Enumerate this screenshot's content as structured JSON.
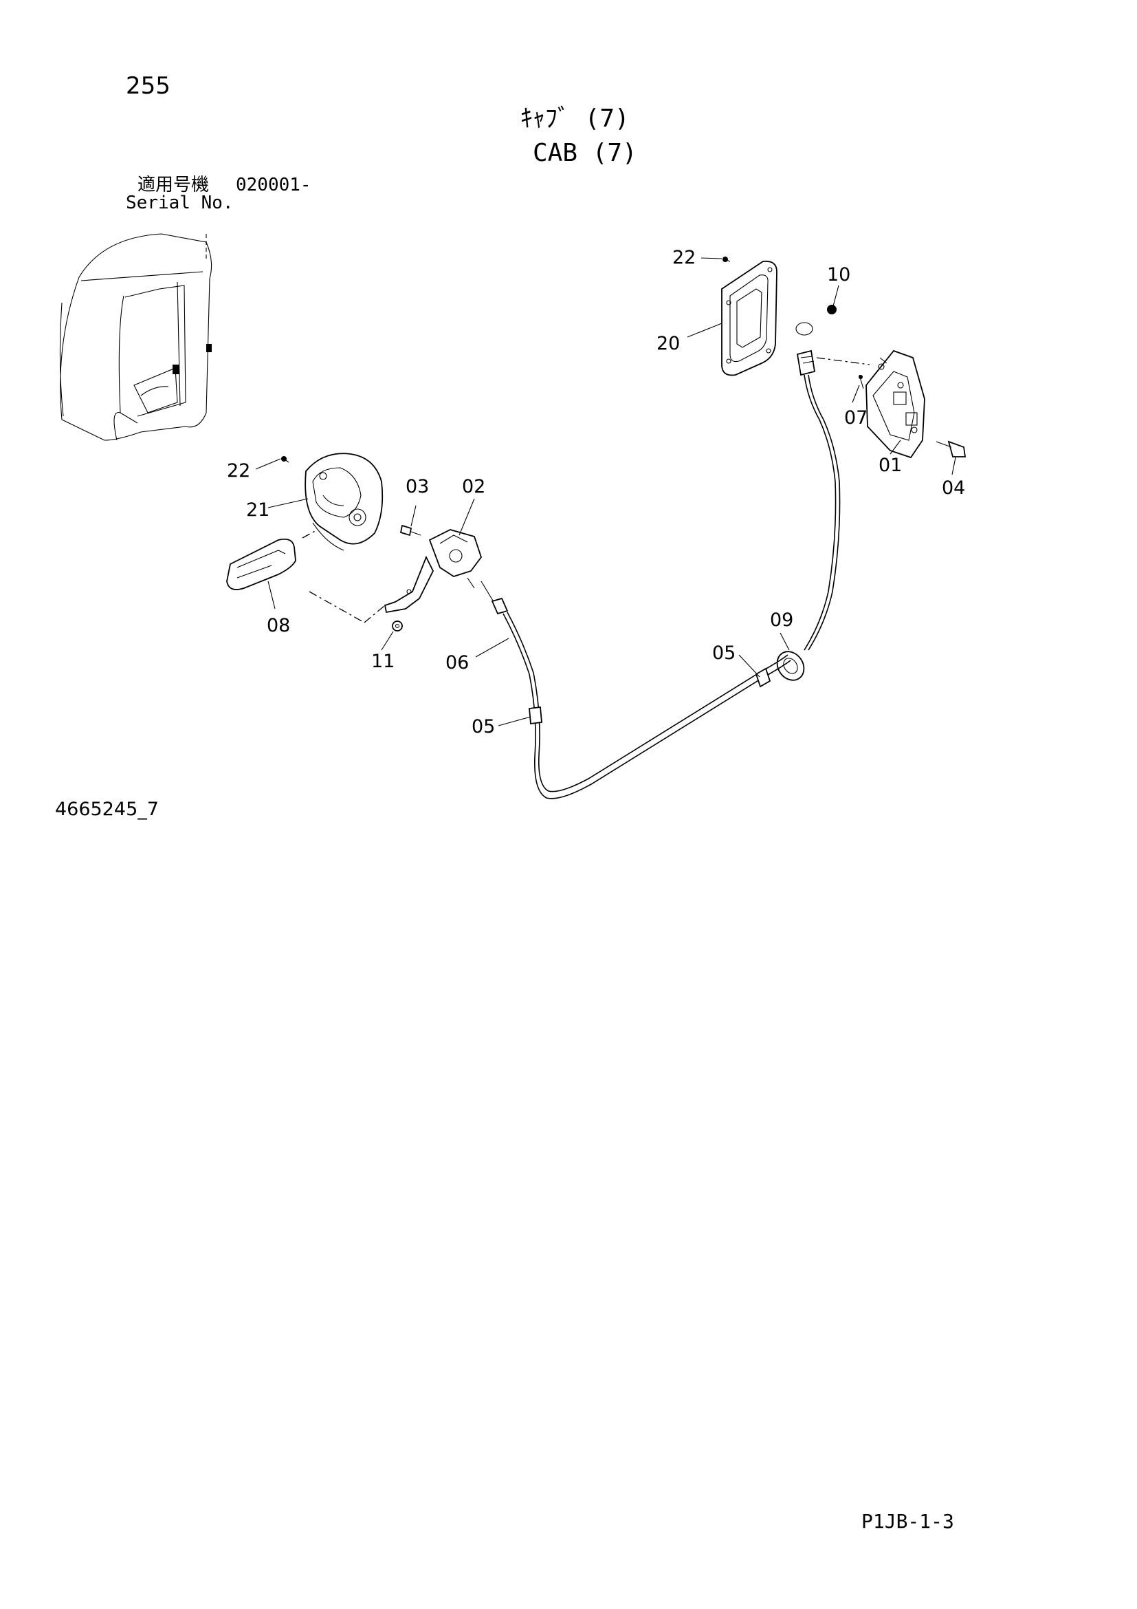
{
  "page": {
    "number": "255",
    "title_jp": "ｷｬﾌﾞ (7)",
    "title_en": "CAB (7)",
    "serial_label_jp": "適用号機",
    "serial_value": "020001-",
    "serial_label_en": "Serial No.",
    "drawing_number": "4665245_7",
    "sheet_reference": "P1JB-1-3"
  },
  "callouts": [
    "22",
    "20",
    "10",
    "07",
    "01",
    "04",
    "22",
    "21",
    "03",
    "02",
    "08",
    "11",
    "06",
    "09",
    "05",
    "05"
  ]
}
